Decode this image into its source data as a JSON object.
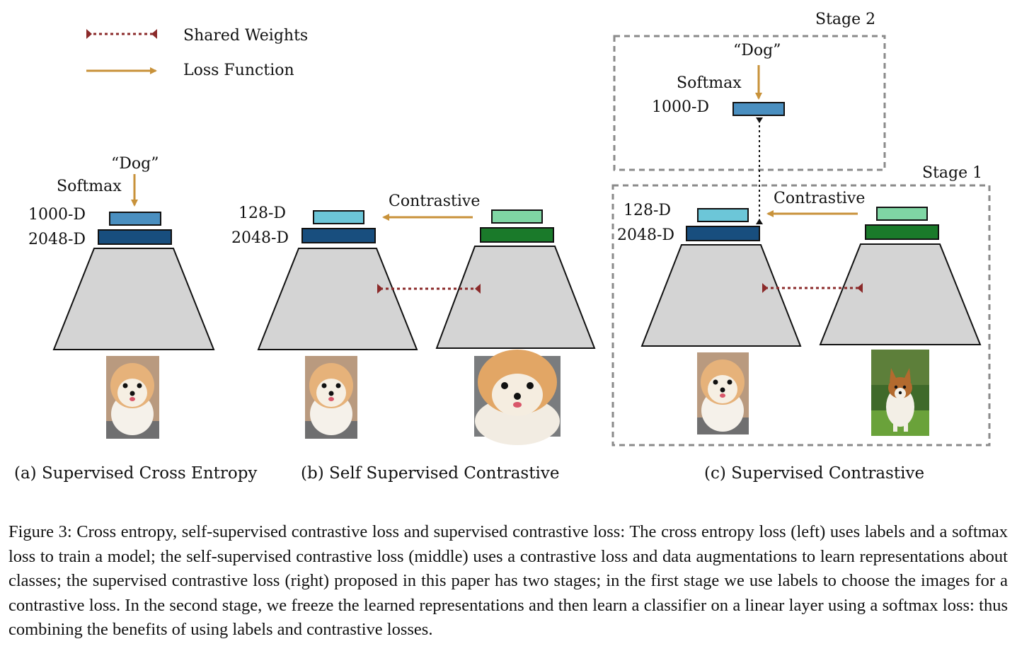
{
  "legend": {
    "shared_weights": "Shared Weights",
    "loss_function": "Loss Function"
  },
  "stages": {
    "stage2": "Stage 2",
    "stage1": "Stage 1"
  },
  "panel_a": {
    "label_text": "“Dog”",
    "softmax": "Softmax",
    "dim_top": "1000-D",
    "dim_bottom": "2048-D",
    "subcaption": "(a) Supervised Cross Entropy"
  },
  "panel_b": {
    "dim_top": "128-D",
    "dim_bottom": "2048-D",
    "contrastive": "Contrastive",
    "subcaption": "(b) Self Supervised Contrastive"
  },
  "panel_c": {
    "label_text": "“Dog”",
    "softmax": "Softmax",
    "dim_classifier": "1000-D",
    "dim_top": "128-D",
    "dim_bottom": "2048-D",
    "contrastive": "Contrastive",
    "subcaption": "(c) Supervised Contrastive"
  },
  "caption": "Figure 3: Cross entropy, self-supervised contrastive loss and supervised contrastive loss: The cross entropy loss (left) uses labels and a softmax loss to train a model; the self-supervised contrastive loss (middle) uses a contrastive loss and data augmentations to learn representations about classes; the supervised contrastive loss (right) proposed in this paper has two stages; in the first stage we use labels to choose the images for a contrastive loss. In the second stage, we freeze the learned representations and then learn a classifier on a linear layer using a softmax loss: thus combining the benefits of using labels and contrastive losses.",
  "colors": {
    "loss_arrow": "#c8923a",
    "shared_weights": "#8b2a2a",
    "encoder_fill": "#d4d4d4",
    "blue_embedding": "#4a8fc0",
    "light_blue_embedding": "#6cc6d8",
    "dark_blue_feature": "#184e7e",
    "light_green_embedding": "#7fd6a4",
    "dark_green_feature": "#1a7a2a",
    "stage_border": "#8a8a8a"
  }
}
